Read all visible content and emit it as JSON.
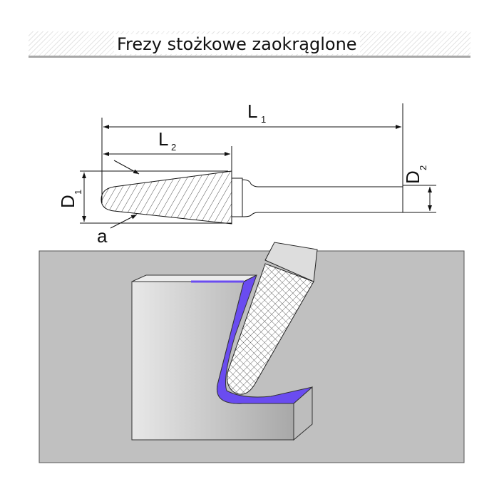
{
  "header": {
    "title": "Frezy stożkowe zaokrąglone"
  },
  "dimensions": {
    "L1": "L",
    "L1_sub": "1",
    "L2": "L",
    "L2_sub": "2",
    "D1": "D",
    "D1_sub": "1",
    "D2": "D",
    "D2_sub": "2",
    "a": "a"
  },
  "colors": {
    "cut": "#6a4cf0",
    "background_panel": "#c0c0c0"
  }
}
